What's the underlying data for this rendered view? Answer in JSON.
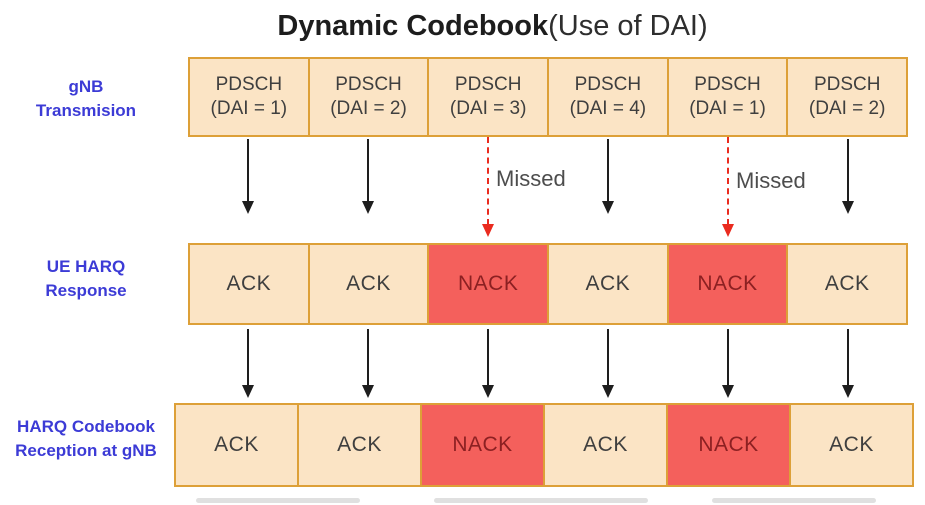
{
  "title": {
    "bold": "Dynamic Codebook",
    "regular": "(Use of DAI)"
  },
  "side_labels": {
    "gnb": {
      "line1": "gNB",
      "line2": "Transmision"
    },
    "ue": {
      "line1": "UE HARQ",
      "line2": "Response"
    },
    "codebook": {
      "line1": "HARQ Codebook",
      "line2": "Reception at gNB"
    }
  },
  "pdsch_row": {
    "cells": [
      {
        "line1": "PDSCH",
        "line2": "(DAI = 1)"
      },
      {
        "line1": "PDSCH",
        "line2": "(DAI = 2)"
      },
      {
        "line1": "PDSCH",
        "line2": "(DAI = 3)"
      },
      {
        "line1": "PDSCH",
        "line2": "(DAI = 4)"
      },
      {
        "line1": "PDSCH",
        "line2": "(DAI = 1)"
      },
      {
        "line1": "PDSCH",
        "line2": "(DAI = 2)"
      }
    ]
  },
  "ue_response_row": {
    "cells": [
      {
        "label": "ACK",
        "state": "ack"
      },
      {
        "label": "ACK",
        "state": "ack"
      },
      {
        "label": "NACK",
        "state": "nack"
      },
      {
        "label": "ACK",
        "state": "ack"
      },
      {
        "label": "NACK",
        "state": "nack"
      },
      {
        "label": "ACK",
        "state": "ack"
      }
    ]
  },
  "codebook_row": {
    "cells": [
      {
        "label": "ACK",
        "state": "ack"
      },
      {
        "label": "ACK",
        "state": "ack"
      },
      {
        "label": "NACK",
        "state": "nack"
      },
      {
        "label": "ACK",
        "state": "ack"
      },
      {
        "label": "NACK",
        "state": "nack"
      },
      {
        "label": "ACK",
        "state": "ack"
      }
    ]
  },
  "arrows": {
    "missed_label": "Missed",
    "tx_to_ue": [
      {
        "state": "ok"
      },
      {
        "state": "ok"
      },
      {
        "state": "missed"
      },
      {
        "state": "ok"
      },
      {
        "state": "missed"
      },
      {
        "state": "ok"
      }
    ],
    "ue_to_codebook": [
      {
        "state": "ok"
      },
      {
        "state": "ok"
      },
      {
        "state": "ok"
      },
      {
        "state": "ok"
      },
      {
        "state": "ok"
      },
      {
        "state": "ok"
      }
    ]
  },
  "colors": {
    "box_fill": "#FBE4C5",
    "box_border": "#DDA038",
    "nack_fill": "#F4605C",
    "nack_text": "#8C2022",
    "box_text": "#3F3F3F",
    "label_blue": "#3C3BD6",
    "arrow_black": "#1E1E1E",
    "arrow_red": "#EA2B1F",
    "missed_text": "#4D4D4D",
    "title_text": "#1D1D1D"
  }
}
